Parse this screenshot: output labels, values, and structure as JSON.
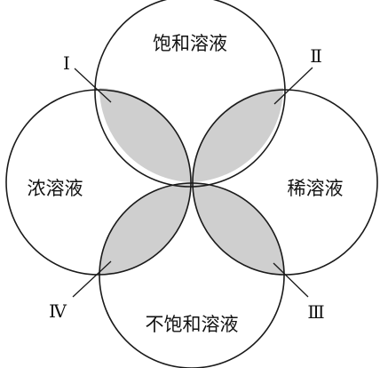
{
  "sets": {
    "top": "饱和溶液",
    "left": "浓溶液",
    "right": "稀溶液",
    "bottom": "不饱和溶液"
  },
  "regions": {
    "top_left": "Ⅰ",
    "top_right": "Ⅱ",
    "bottom_right": "Ⅲ",
    "bottom_left": "Ⅳ"
  },
  "colors": {
    "shading": "#cfcfcf",
    "stroke": "#1a1a1a"
  }
}
